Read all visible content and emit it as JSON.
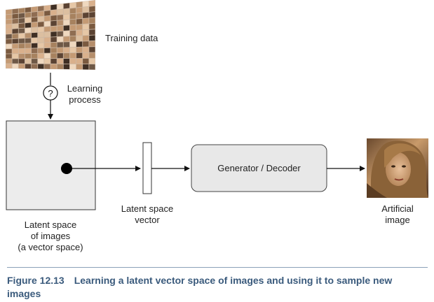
{
  "diagram": {
    "training_label": "Training data",
    "learning_label_line1": "Learning",
    "learning_label_line2": "process",
    "question_glyph": "?",
    "latent_space_line1": "Latent space",
    "latent_space_line2": "of images",
    "latent_space_line3": "(a vector space)",
    "vector_label_line1": "Latent space",
    "vector_label_line2": "vector",
    "generator_label": "Generator / Decoder",
    "output_label_line1": "Artificial",
    "output_label_line2": "image"
  },
  "caption": {
    "number": "Figure 12.13",
    "text": "Learning a latent vector space of images and using it to sample new images"
  },
  "colors": {
    "generator_fill": "#e8e8e8",
    "latent_fill": "#ececec",
    "caption_color": "#3a5a7c"
  }
}
